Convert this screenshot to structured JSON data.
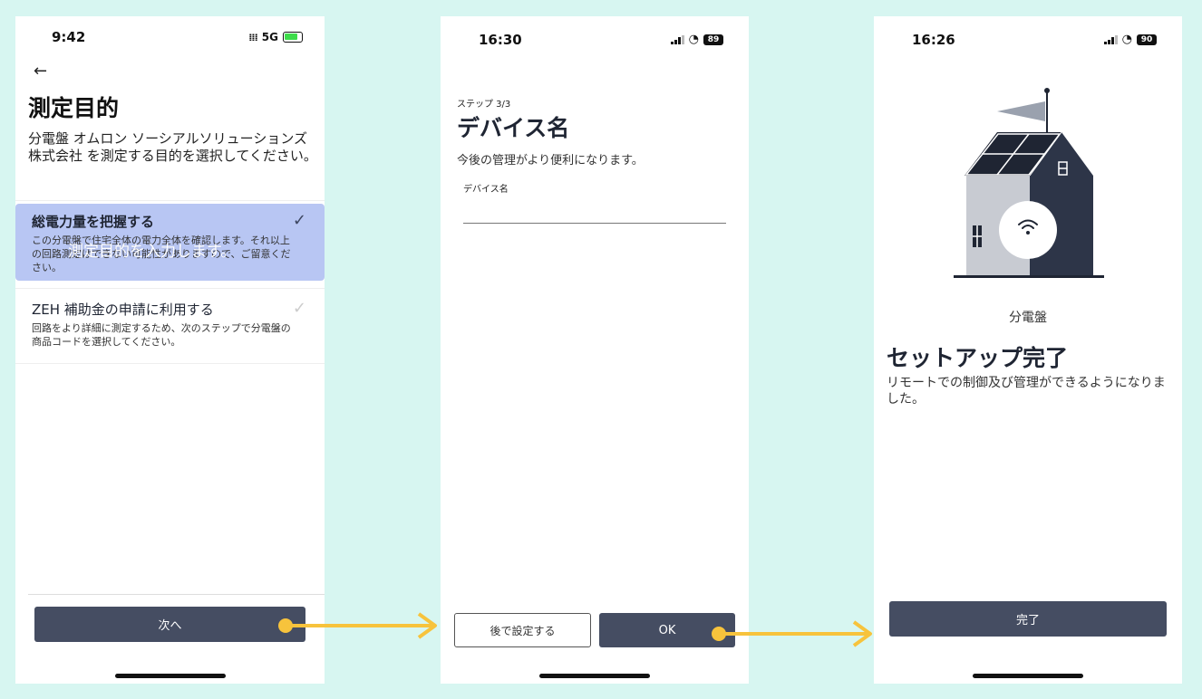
{
  "screen1": {
    "time": "9:42",
    "network": "5G",
    "back_icon": "arrow-left-icon",
    "title": "測定目的",
    "description": "分電盤 オムロン ソーシアルソリューションズ株式会社 を測定する目的を選択してください。",
    "options": [
      {
        "title": "総電力量を把握する",
        "description": "この分電盤で住宅全体の電力全体を確認します。それ以上の回路測定はできない可能性がありますので、ご留意ください。",
        "selected": true
      },
      {
        "title": "ZEH 補助金の申請に利用する",
        "description": "回路をより詳細に測定するため、次のステップで分電盤の商品コードを選択してください。",
        "selected": false
      }
    ],
    "overlay_text": "測定目的を入力します。",
    "next_button": "次へ"
  },
  "screen2": {
    "time": "16:30",
    "battery": "89",
    "step": "ステップ 3/3",
    "title": "デバイス名",
    "description": "今後の管理がより便利になります。",
    "field_label": "デバイス名",
    "field_value": "",
    "later_button": "後で設定する",
    "ok_button": "OK"
  },
  "screen3": {
    "time": "16:26",
    "battery": "90",
    "device_label": "分電盤",
    "title": "セットアップ完了",
    "description": "リモートでの制御及び管理ができるようになりました。",
    "done_button": "完了"
  },
  "colors": {
    "background": "#d7f6f1",
    "primary_button": "#454d62",
    "selected_option": "#b8c6f3",
    "arrow": "#f7c33c"
  }
}
